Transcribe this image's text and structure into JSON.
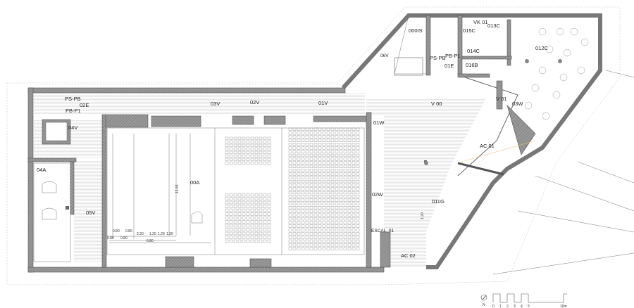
{
  "plan": {
    "rooms": {
      "ps_pb_left": "PS-PB",
      "pb_p1_left": "PB-P1",
      "r02e": "02E",
      "r04v": "04V",
      "r03v": "03V",
      "r02v": "02V",
      "r01v": "01V",
      "r00a": "00A",
      "r04a": "04A",
      "r05v": "05V",
      "r01w": "01W",
      "r02w": "02W",
      "escal": "ESCAL. 01",
      "ac02": "AC 02",
      "r011g": "011G",
      "ac01": "AC 01",
      "v00": "V 00",
      "v01": "V 01",
      "r03w": "03W",
      "r016b": "016B",
      "r014c": "014C",
      "r013c": "013C",
      "vk01": "VK 01",
      "r015c": "015C",
      "r012c": "012C",
      "r000is": "000IS",
      "r06v": "06V",
      "ps_pb_right": "PS-PB",
      "pb_p1_right": "PB-P1",
      "r01e": "01E"
    },
    "dimensions": {
      "d1": "0.80",
      "d2": "0.80",
      "d3": "0.80",
      "d4": "0.80",
      "d5": "2.20",
      "d6": "1.20",
      "d7": "1.20",
      "d8": "1.20",
      "d9": "6.80",
      "d10": "12.43",
      "d11": "1.20"
    },
    "scale_bar": {
      "north": "N",
      "ticks": [
        "0",
        "1",
        "2",
        "3",
        "4",
        "5",
        "10m"
      ]
    }
  }
}
